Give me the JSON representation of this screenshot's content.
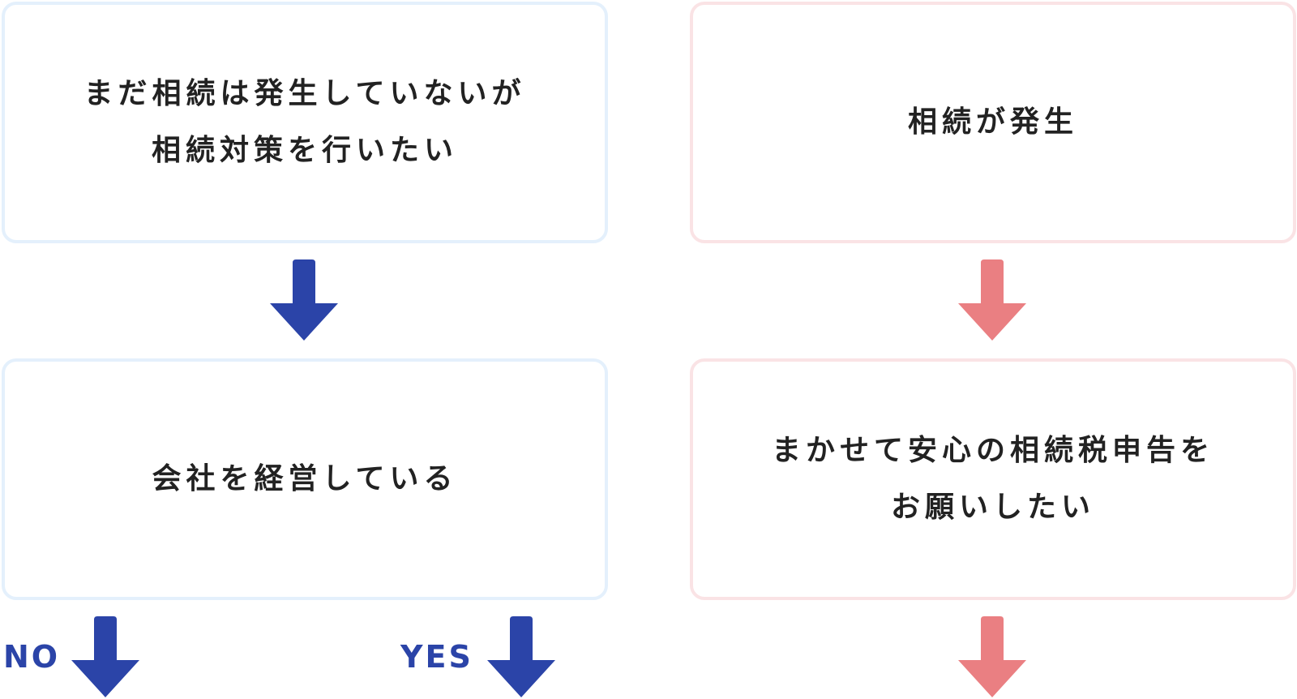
{
  "colors": {
    "left_border": "#e4f0fc",
    "right_border": "#fae3e5",
    "left_arrow": "#2b44a8",
    "right_arrow": "#ea7f82",
    "text": "#222222"
  },
  "left_column": {
    "box1": {
      "lines": [
        "まだ相続は発生していないが",
        "相続対策を行いたい"
      ]
    },
    "box2": {
      "text": "会社を経営している"
    },
    "branch_no": "NO",
    "branch_yes": "YES"
  },
  "right_column": {
    "box1": {
      "text": "相続が発生"
    },
    "box2": {
      "lines": [
        "まかせて安心の相続税申告を",
        "お願いしたい"
      ]
    }
  },
  "icons": {
    "arrow": "arrow-down-icon"
  }
}
